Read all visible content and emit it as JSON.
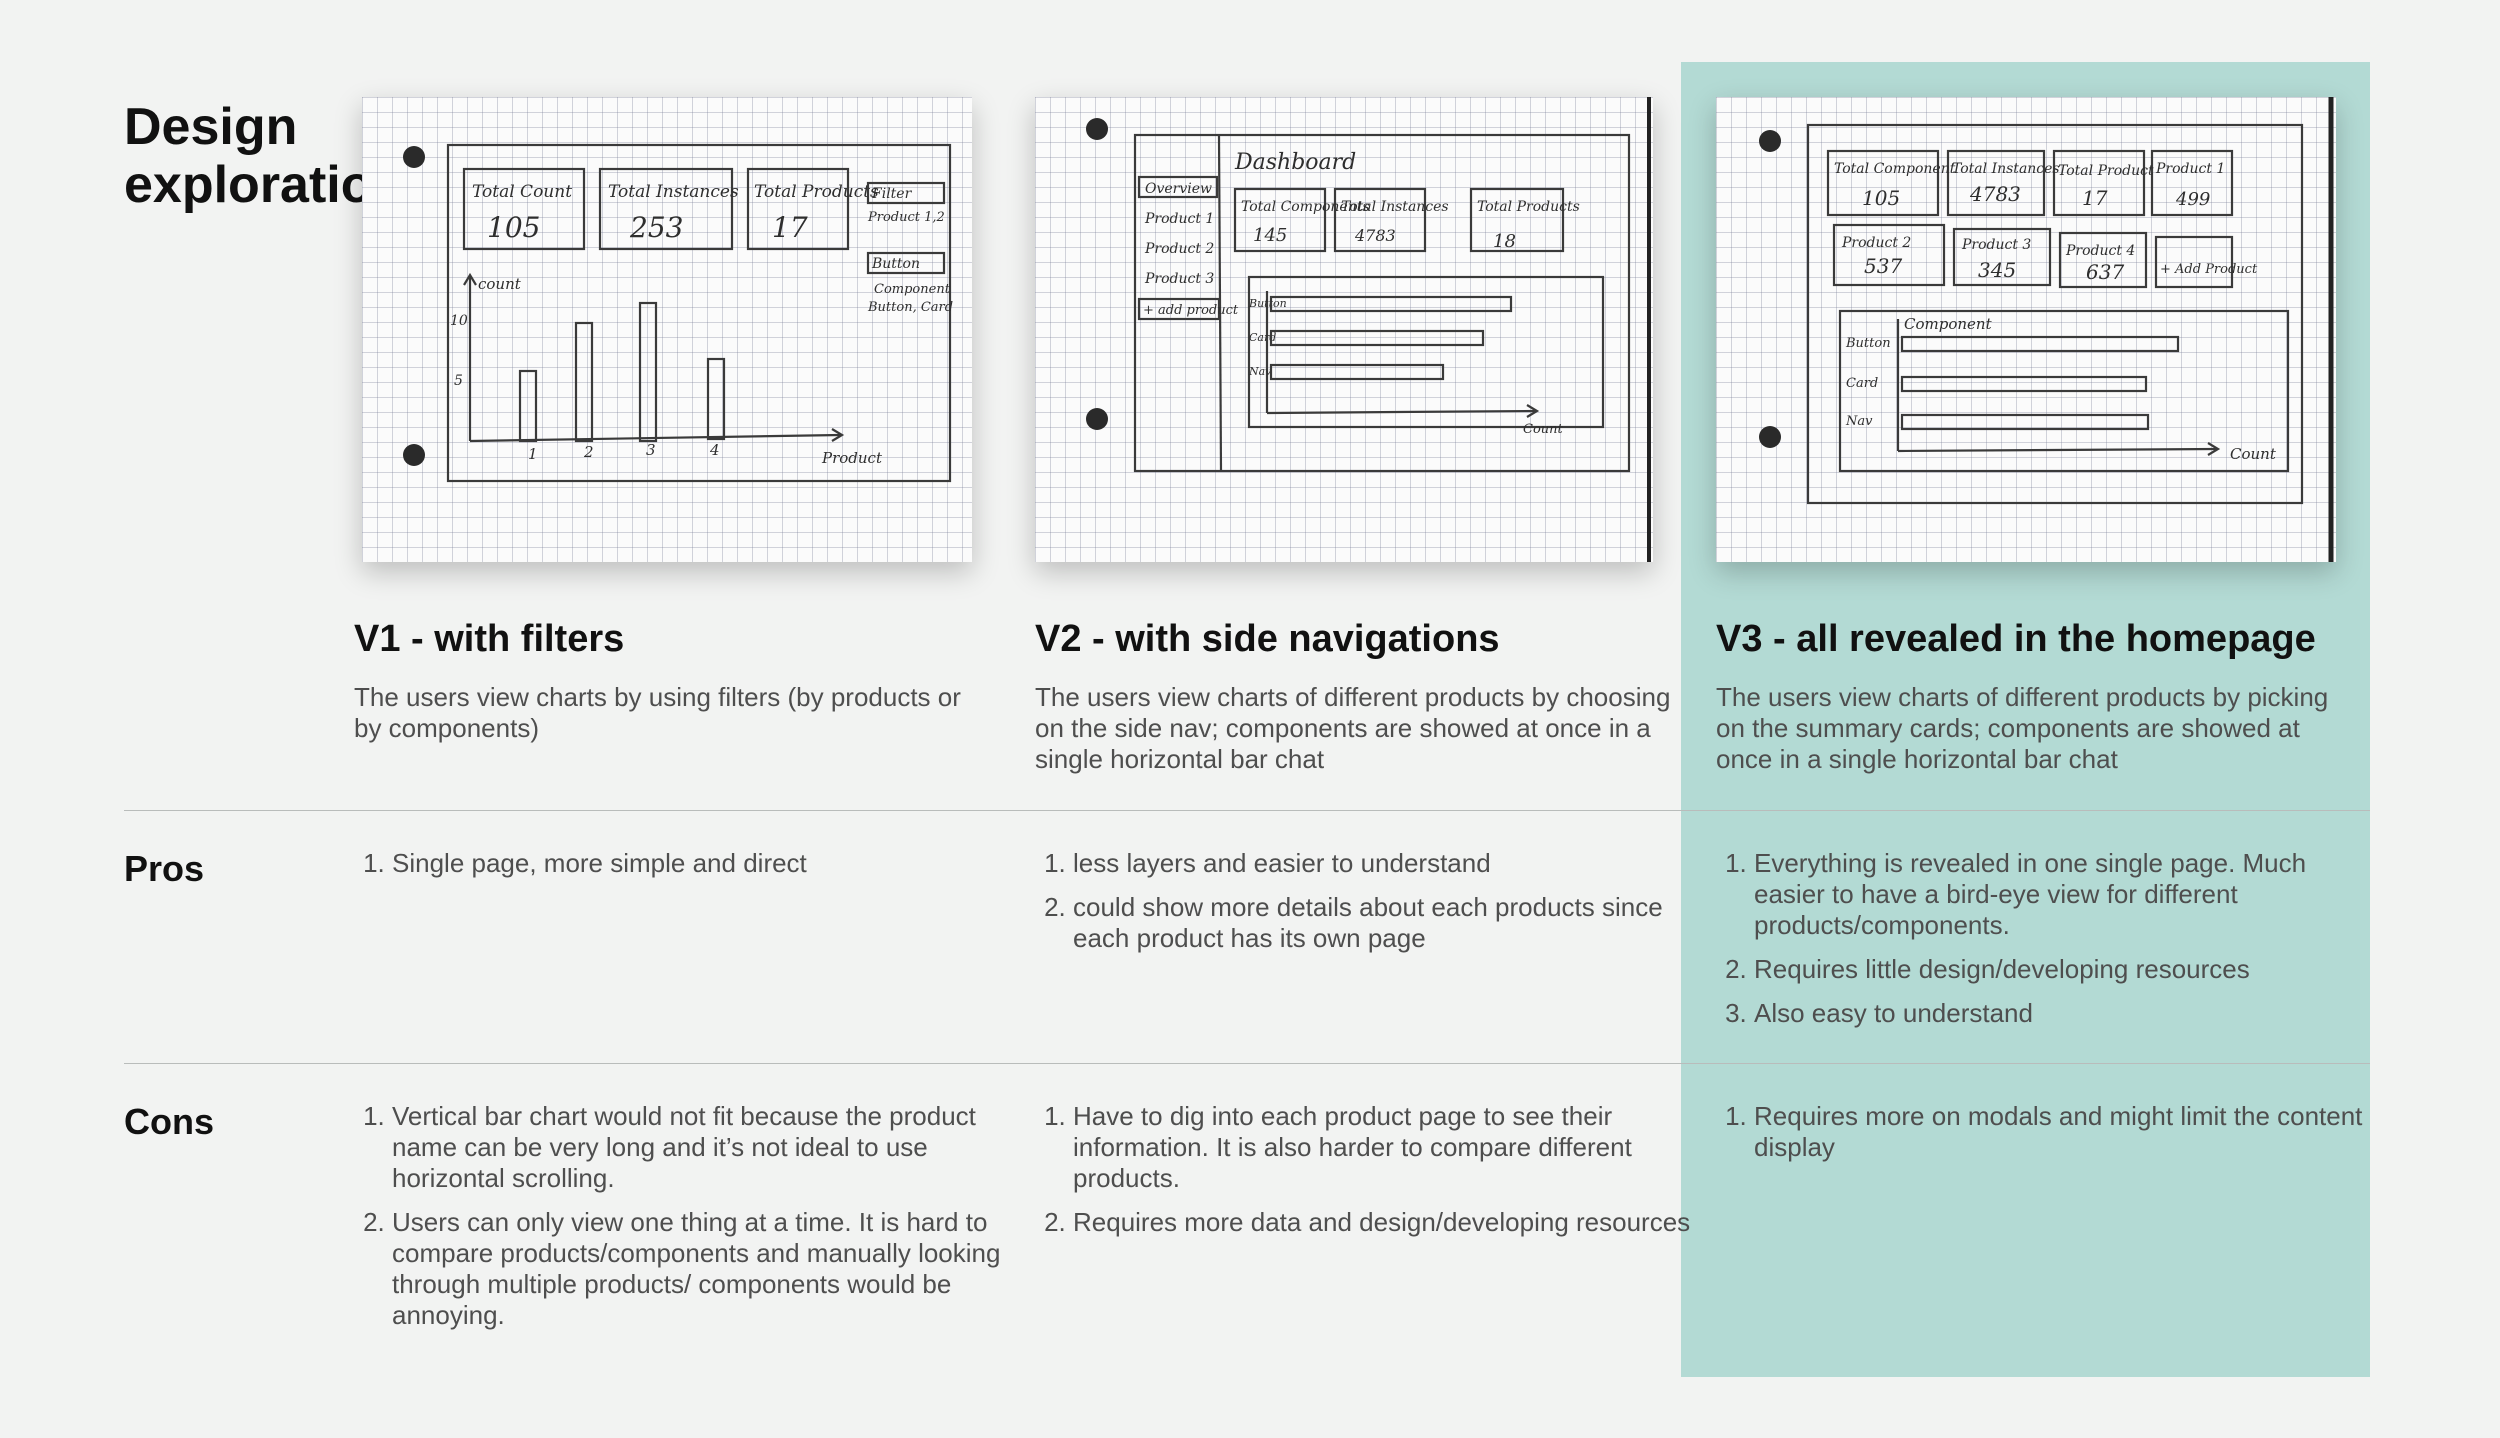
{
  "page_title": "Design exploration",
  "colors": {
    "background": "#f2f3f2",
    "highlight": "#b3dad4",
    "text": "#111111",
    "muted_text": "#4e4e4e"
  },
  "row_labels": {
    "pros": "Pros",
    "cons": "Cons"
  },
  "versions": [
    {
      "title": "V1 - with filters",
      "description": "The users view charts by using filters (by products or by components)",
      "pros": [
        "Single page, more simple and direct"
      ],
      "cons": [
        "Vertical bar chart would not fit because the product name can be very long and it’s not ideal to use horizontal scrolling.",
        "Users can only view one thing at a time. It is hard to compare products/components and manually looking through multiple products/ components would be annoying."
      ],
      "sketch": {
        "cards": [
          {
            "label": "Total Count",
            "value": "105"
          },
          {
            "label": "Total Instances",
            "value": "253"
          },
          {
            "label": "Total Products",
            "value": "17"
          }
        ],
        "filter_label": "Filter",
        "filter_value": "Product 1,2",
        "button_label": "Button",
        "component_label": "Component",
        "component_value": "Button, Card",
        "y_axis_label": "count",
        "y_ticks": [
          "10",
          "5"
        ],
        "x_ticks": [
          "1",
          "2",
          "3",
          "4"
        ],
        "x_axis_label": "Product"
      }
    },
    {
      "title": "V2 - with side navigations",
      "description": "The users view charts of different products by choosing on the side nav; components are showed at once in a single horizontal bar chat",
      "pros": [
        "less layers and easier to understand",
        "could show more details about each products since each product has its own page"
      ],
      "cons": [
        "Have to dig into each product page to see their information. It is also harder to compare different products.",
        "Requires more data and design/developing resources"
      ],
      "sketch": {
        "heading": "Dashboard",
        "nav_items": [
          "Overview",
          "Product 1",
          "Product 2",
          "Product 3",
          "+ add product"
        ],
        "cards": [
          {
            "label": "Total Components",
            "value": "145"
          },
          {
            "label": "Total Instances",
            "value": "4783"
          },
          {
            "label": "Total Products",
            "value": "18"
          }
        ],
        "bars": [
          "Button",
          "Card",
          "Nav"
        ],
        "x_axis_label": "Count"
      }
    },
    {
      "title": "V3 - all revealed in the homepage",
      "description": "The users view charts of different products by picking on the summary cards; components are showed at once in a single horizontal bar chat",
      "pros": [
        "Everything is revealed in one single page. Much easier to have a bird-eye view for different products/components.",
        "Requires little design/developing resources",
        "Also easy to understand"
      ],
      "cons": [
        "Requires more on modals and might limit the content display"
      ],
      "sketch": {
        "cards": [
          {
            "label": "Total Component",
            "value": "105"
          },
          {
            "label": "Total Instances",
            "value": "4783"
          },
          {
            "label": "Total Product",
            "value": "17"
          },
          {
            "label": "Product 1",
            "value": "499"
          },
          {
            "label": "Product 2",
            "value": "537"
          },
          {
            "label": "Product 3",
            "value": "345"
          },
          {
            "label": "Product 4",
            "value": "637"
          },
          {
            "label": "+ Add Product",
            "value": ""
          }
        ],
        "chart_label": "Component",
        "bars": [
          "Button",
          "Card",
          "Nav"
        ],
        "x_axis_label": "Count"
      }
    }
  ]
}
